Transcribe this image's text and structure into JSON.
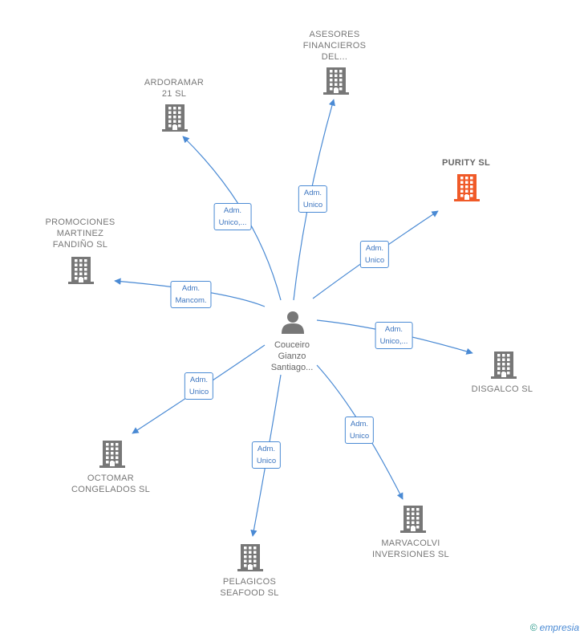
{
  "colors": {
    "edge": "#4a8ad4",
    "building": "#777777",
    "building_highlight": "#f05a28",
    "person": "#777777"
  },
  "center": {
    "label": "Couceiro\nGianzo\nSantiago...",
    "icon": "person-icon"
  },
  "nodes": [
    {
      "id": "asesores",
      "label": "ASESORES\nFINANCIEROS\nDEL...",
      "highlight": false,
      "edge_label": "Adm.\nUnico"
    },
    {
      "id": "ardoramar",
      "label": "ARDORAMAR\n21 SL",
      "highlight": false,
      "edge_label": "Adm.\nUnico,..."
    },
    {
      "id": "purity",
      "label": "PURITY SL",
      "highlight": true,
      "edge_label": "Adm.\nUnico"
    },
    {
      "id": "promociones",
      "label": "PROMOCIONES\nMARTINEZ\nFANDIÑO SL",
      "highlight": false,
      "edge_label": "Adm.\nMancom."
    },
    {
      "id": "disgalco",
      "label": "DISGALCO SL",
      "highlight": false,
      "edge_label": "Adm.\nUnico,..."
    },
    {
      "id": "octomar",
      "label": "OCTOMAR\nCONGELADOS SL",
      "highlight": false,
      "edge_label": "Adm.\nUnico"
    },
    {
      "id": "pelagicos",
      "label": "PELAGICOS\nSEAFOOD SL",
      "highlight": false,
      "edge_label": "Adm.\nUnico"
    },
    {
      "id": "marvacolvi",
      "label": "MARVACOLVI\nINVERSIONES SL",
      "highlight": false,
      "edge_label": "Adm.\nUnico"
    }
  ],
  "footer": {
    "copyright_symbol": "©",
    "brand": "empresia"
  }
}
